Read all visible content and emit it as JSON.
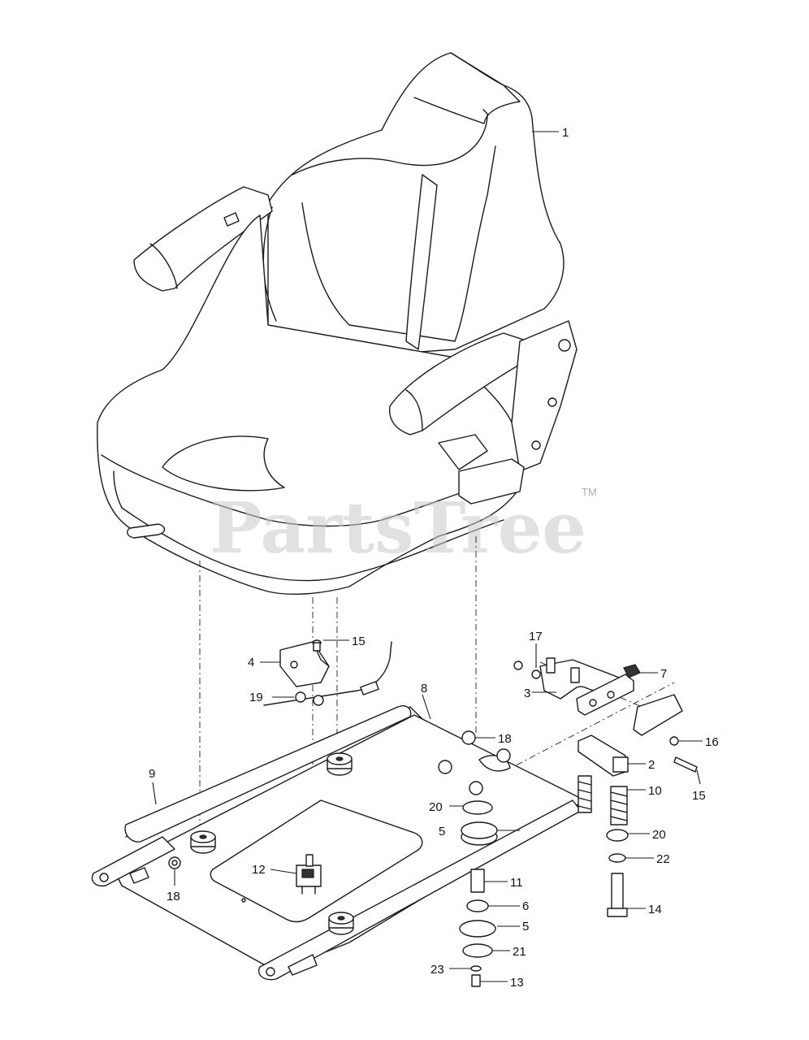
{
  "watermark": {
    "text": "PartsTree",
    "mark": "TM"
  },
  "callouts": [
    {
      "id": "c1",
      "label": "1"
    },
    {
      "id": "c2",
      "label": "2"
    },
    {
      "id": "c3",
      "label": "3"
    },
    {
      "id": "c4",
      "label": "4"
    },
    {
      "id": "c5a",
      "label": "5"
    },
    {
      "id": "c5b",
      "label": "5"
    },
    {
      "id": "c6",
      "label": "6"
    },
    {
      "id": "c7",
      "label": "7"
    },
    {
      "id": "c8",
      "label": "8"
    },
    {
      "id": "c9",
      "label": "9"
    },
    {
      "id": "c10",
      "label": "10"
    },
    {
      "id": "c11",
      "label": "11"
    },
    {
      "id": "c12",
      "label": "12"
    },
    {
      "id": "c13",
      "label": "13"
    },
    {
      "id": "c14",
      "label": "14"
    },
    {
      "id": "c15a",
      "label": "15"
    },
    {
      "id": "c15b",
      "label": "15"
    },
    {
      "id": "c16",
      "label": "16"
    },
    {
      "id": "c17",
      "label": "17"
    },
    {
      "id": "c18a",
      "label": "18"
    },
    {
      "id": "c18b",
      "label": "18"
    },
    {
      "id": "c19",
      "label": "19"
    },
    {
      "id": "c20a",
      "label": "20"
    },
    {
      "id": "c20b",
      "label": "20"
    },
    {
      "id": "c21",
      "label": "21"
    },
    {
      "id": "c22",
      "label": "22"
    },
    {
      "id": "c23",
      "label": "23"
    }
  ]
}
